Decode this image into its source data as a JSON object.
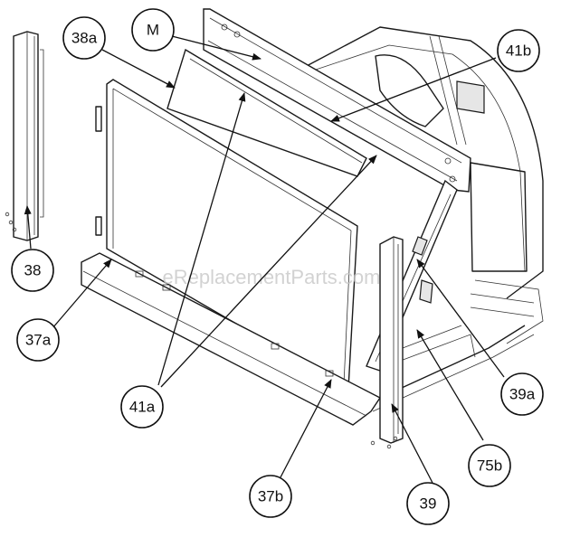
{
  "watermark": "eReplacementParts.com",
  "callouts": [
    {
      "id": "38a",
      "label": "38a"
    },
    {
      "id": "M",
      "label": "M"
    },
    {
      "id": "41b",
      "label": "41b"
    },
    {
      "id": "38",
      "label": "38"
    },
    {
      "id": "37a",
      "label": "37a"
    },
    {
      "id": "41a",
      "label": "41a"
    },
    {
      "id": "37b",
      "label": "37b"
    },
    {
      "id": "39",
      "label": "39"
    },
    {
      "id": "75b",
      "label": "75b"
    },
    {
      "id": "39a",
      "label": "39a"
    }
  ],
  "colors": {
    "line": "#1a1a1a",
    "watermark": "#c8c8c8"
  }
}
